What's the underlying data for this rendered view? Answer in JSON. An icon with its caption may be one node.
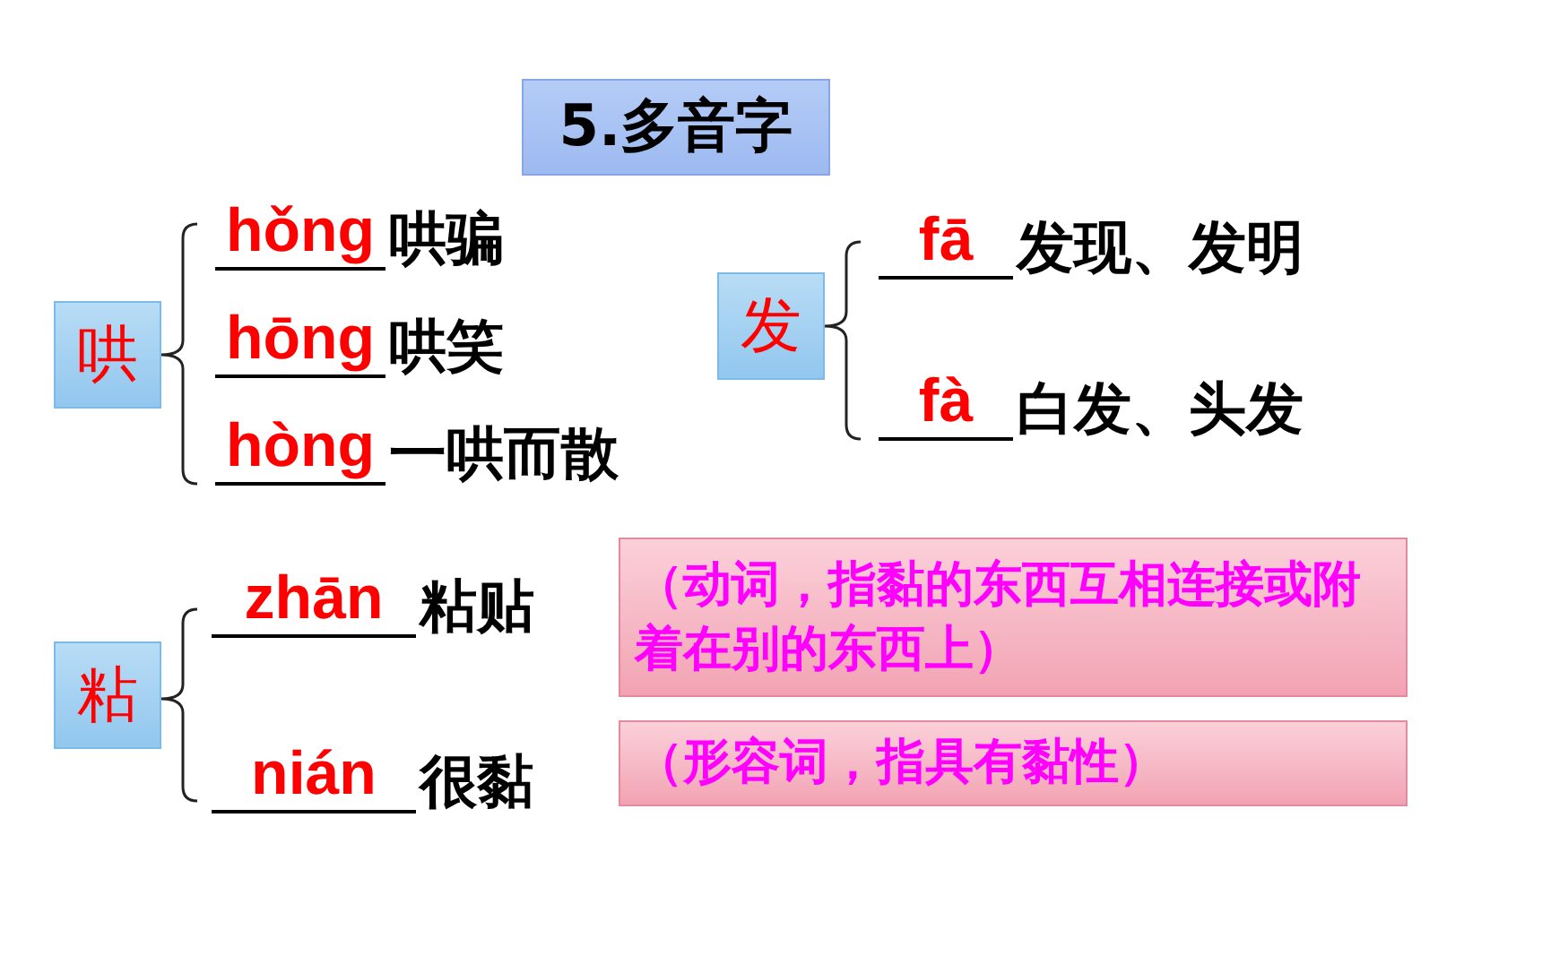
{
  "diagram": {
    "title": "5.多音字",
    "nodes": [
      {
        "text": [
          "哄"
        ]
      },
      {
        "text": [
          "发"
        ]
      },
      {
        "text": [
          "粘"
        ]
      },
      {
        "text": [
          "（动词，指黏的东西互相连接或附着在别的东西上）"
        ]
      },
      {
        "text": [
          "（形容词，指具有黏性）"
        ]
      }
    ],
    "labels": [
      "hǒng",
      "哄骗",
      "hōng",
      "哄笑",
      "hòng",
      "一哄而散",
      "fā",
      "发现、发明",
      "fà",
      "白发、头发",
      "zhān",
      "粘贴",
      "nián",
      "很黏"
    ]
  }
}
